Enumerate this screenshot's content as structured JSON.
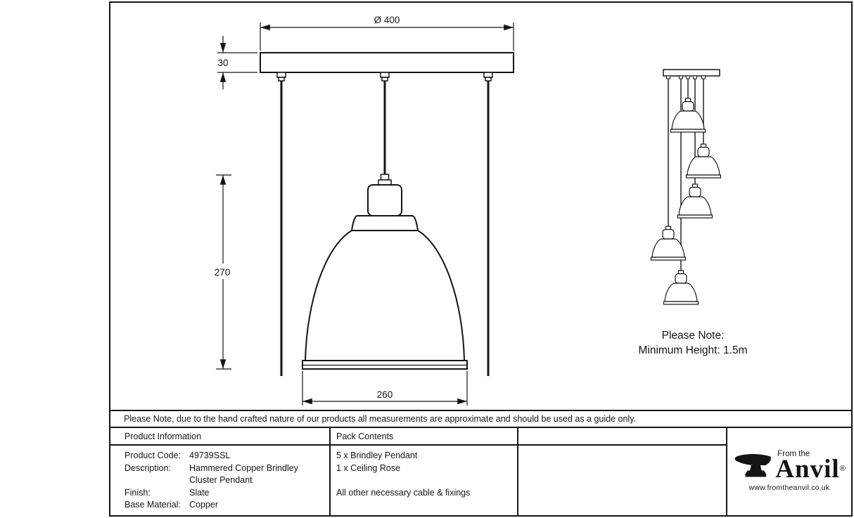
{
  "drawing": {
    "dims": {
      "plate_diameter": "Ø 400",
      "plate_thickness": "30",
      "pendant_height": "270",
      "shade_diameter": "260"
    },
    "note": {
      "title": "Please Note:",
      "body": "Minimum Height: 1.5m"
    }
  },
  "disclaimer": "Please Note, due to the hand crafted nature of our products all measurements are approximate and should be used as a guide only.",
  "product_info": {
    "header": "Product Information",
    "product_code_label": "Product Code:",
    "product_code": "49739SSL",
    "description_label": "Description:",
    "description_line1": "Hammered Copper Brindley",
    "description_line2": "Cluster Pendant",
    "finish_label": "Finish:",
    "finish": "Slate",
    "base_material_label": "Base Material:",
    "base_material": "Copper"
  },
  "pack_contents": {
    "header": "Pack Contents",
    "item1": "5 x Brindley Pendant",
    "item2": "1 x Ceiling Rose",
    "item3": "All other necessary cable & fixings"
  },
  "logo": {
    "tagline": "From the",
    "brand": "Anvil",
    "registered": "®",
    "website": "www.fromtheanvil.co.uk"
  },
  "colors": {
    "ink": "#151515",
    "paper": "#ffffff"
  }
}
